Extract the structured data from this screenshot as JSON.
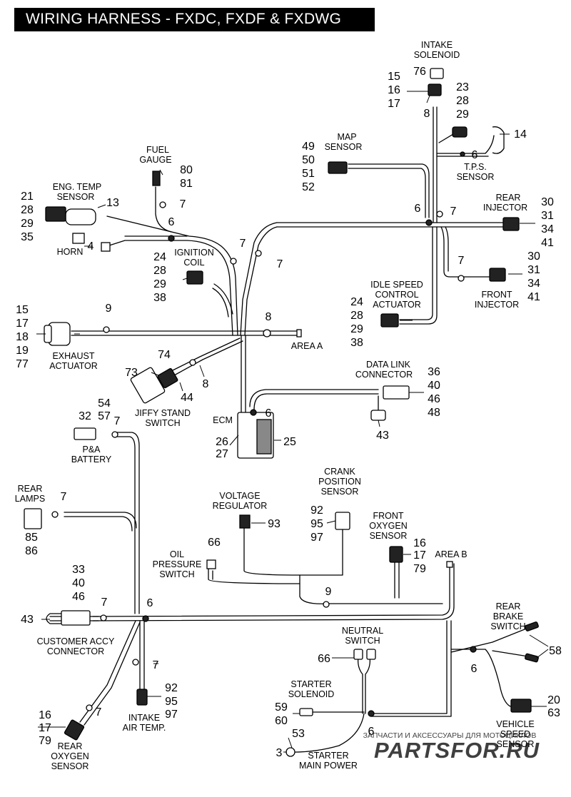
{
  "title": "WIRING HARNESS - FXDC, FXDF & FXDWG",
  "watermark": {
    "line1": "ЗАПЧАСТИ И АКСЕССУАРЫ ДЛЯ МОТОЦИКЛОВ",
    "logo": "PARTSFOR.RU",
    "logo_color": "#d98a8a"
  },
  "colors": {
    "harness": "#000000",
    "background": "#ffffff",
    "title_bg": "#000000",
    "title_fg": "#ffffff"
  },
  "labels": {
    "intake_solenoid": [
      "INTAKE",
      "SOLENOID"
    ],
    "map_sensor": [
      "MAP",
      "SENSOR"
    ],
    "tps_sensor": [
      "T.P.S.",
      "SENSOR"
    ],
    "fuel_gauge": [
      "FUEL",
      "GAUGE"
    ],
    "eng_temp_sensor": [
      "ENG. TEMP",
      "SENSOR"
    ],
    "horn": [
      "HORN"
    ],
    "rear_injector": [
      "REAR",
      "INJECTOR"
    ],
    "ignition_coil": [
      "IGNITION",
      "COIL"
    ],
    "front_injector": [
      "FRONT",
      "INJECTOR"
    ],
    "idle_speed_control_actuator": [
      "IDLE SPEED",
      "CONTROL",
      "ACTUATOR"
    ],
    "exhaust_actuator": [
      "EXHAUST",
      "ACTUATOR"
    ],
    "area_a": [
      "AREA A"
    ],
    "data_link_connector": [
      "DATA LINK",
      "CONNECTOR"
    ],
    "jiffy_stand_switch": [
      "JIFFY STAND",
      "SWITCH"
    ],
    "ecm": [
      "ECM"
    ],
    "pa_battery": [
      "P&A",
      "BATTERY"
    ],
    "crank_position_sensor": [
      "CRANK",
      "POSITION",
      "SENSOR"
    ],
    "rear_lamps": [
      "REAR",
      "LAMPS"
    ],
    "voltage_regulator": [
      "VOLTAGE",
      "REGULATOR"
    ],
    "front_oxygen_sensor": [
      "FRONT",
      "OXYGEN",
      "SENSOR"
    ],
    "oil_pressure_switch": [
      "OIL",
      "PRESSURE",
      "SWITCH"
    ],
    "area_b": [
      "AREA B"
    ],
    "customer_accy_connector": [
      "CUSTOMER ACCY",
      "CONNECTOR"
    ],
    "rear_brake_switch": [
      "REAR",
      "BRAKE",
      "SWITCH"
    ],
    "neutral_switch": [
      "NEUTRAL",
      "SWITCH"
    ],
    "starter_solenoid": [
      "STARTER",
      "SOLENOID"
    ],
    "intake_air_temp": [
      "INTAKE",
      "AIR TEMP."
    ],
    "vehicle_speed_sensor": [
      "VEHICLE",
      "SPEED",
      "SENSOR"
    ],
    "rear_oxygen_sensor": [
      "REAR",
      "OXYGEN",
      "SENSOR"
    ],
    "starter_main_power": [
      "STARTER",
      "MAIN POWER"
    ]
  },
  "callouts": {
    "intake_solenoid_76": "76",
    "solenoid_15": "15",
    "solenoid_16": "16",
    "solenoid_17": "17",
    "solenoid_8": "8",
    "solenoid_23": "23",
    "solenoid_28": "28",
    "solenoid_29": "29",
    "tps_14": "14",
    "tps_6": "6",
    "map_49": "49",
    "map_50": "50",
    "map_51": "51",
    "map_52": "52",
    "fuel_80": "80",
    "fuel_81": "81",
    "fuel_7": "7",
    "eng_21": "21",
    "eng_28": "28",
    "eng_29": "29",
    "eng_35": "35",
    "eng_13": "13",
    "horn_4": "4",
    "clip_6_a": "6",
    "rear_inj_30": "30",
    "rear_inj_31": "31",
    "rear_inj_34": "34",
    "rear_inj_41": "41",
    "junction_6": "6",
    "junction_7": "7",
    "ign_24": "24",
    "ign_28": "28",
    "ign_29": "29",
    "ign_38": "38",
    "clip_7_b": "7",
    "clip_7_c": "7",
    "front_inj_7": "7",
    "front_inj_30": "30",
    "front_inj_31": "31",
    "front_inj_34": "34",
    "front_inj_41": "41",
    "isc_24": "24",
    "isc_28": "28",
    "isc_29": "29",
    "isc_38": "38",
    "exh_15": "15",
    "exh_17": "17",
    "exh_18": "18",
    "exh_19": "19",
    "exh_77": "77",
    "exh_9": "9",
    "area_a_8": "8",
    "jiffy_74": "74",
    "jiffy_73": "73",
    "jiffy_44": "44",
    "jiffy_8": "8",
    "dlc_36": "36",
    "dlc_40": "40",
    "dlc_46": "46",
    "dlc_48": "48",
    "dlc_43": "43",
    "ecm_6": "6",
    "ecm_26": "26",
    "ecm_27": "27",
    "ecm_25": "25",
    "pa_32": "32",
    "pa_54": "54",
    "pa_57": "57",
    "pa_7": "7",
    "lamps_7": "7",
    "lamps_85": "85",
    "lamps_86": "86",
    "vr_93": "93",
    "crank_92": "92",
    "crank_95": "95",
    "crank_97": "97",
    "fo2_16": "16",
    "fo2_17": "17",
    "fo2_79": "79",
    "oil_66": "66",
    "mid_9": "9",
    "cac_33": "33",
    "cac_40": "40",
    "cac_46": "46",
    "cac_43": "43",
    "cac_7": "7",
    "main_6": "6",
    "brake_58": "58",
    "brake_6": "6",
    "neutral_66": "66",
    "iat_7": "7",
    "iat_92": "92",
    "iat_95": "95",
    "iat_97": "97",
    "ro2_7": "7",
    "ro2_16": "16",
    "ro2_17": "17",
    "ro2_79": "79",
    "ss_59": "59",
    "ss_60": "60",
    "ss_6": "6",
    "smp_53": "53",
    "smp_3": "3",
    "vss_20": "20",
    "vss_63": "63"
  }
}
